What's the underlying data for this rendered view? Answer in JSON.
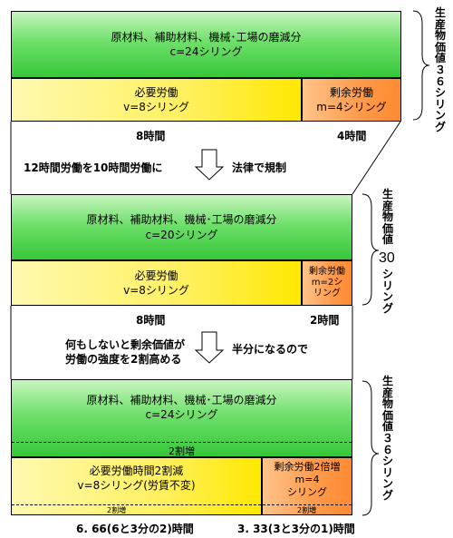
{
  "section1": {
    "constant_capital": {
      "line1": "原材料、補助材料、機械･工場の磨減分",
      "line2": "c=24シリング"
    },
    "necessary_labor": {
      "line1": "必要労働",
      "line2": "v=8シリング"
    },
    "surplus_labor": {
      "line1": "剰余労働",
      "line2": "m=4シリング"
    },
    "hours_necessary": "8時間",
    "hours_surplus": "4時間",
    "product_value": [
      "生",
      "産",
      "物",
      "価",
      "値",
      "３",
      "６",
      "シ",
      "リ",
      "ン",
      "グ"
    ]
  },
  "transition1": {
    "left": "12時間労働を10時間労働に",
    "right": "法律で規制"
  },
  "section2": {
    "constant_capital": {
      "line1": "原材料、補助材料、機械･工場の磨減分",
      "line2": "c=20シリング"
    },
    "necessary_labor": {
      "line1": "必要労働",
      "line2": "v=8シリング"
    },
    "surplus_labor": {
      "line1": "剰余労働",
      "line2": "m=2シ",
      "line3": "リング"
    },
    "hours_necessary": "8時間",
    "hours_surplus": "2時間",
    "product_value_top": [
      "生",
      "産",
      "物",
      "価",
      "値"
    ],
    "product_value_number": "30",
    "product_value_bottom": [
      "シ",
      "リ",
      "ン",
      "グ"
    ]
  },
  "transition2": {
    "left_line1": "何もしないと剰余価値が",
    "left_line2": "労働の強度を2割高める",
    "right": "半分になるので"
  },
  "section3": {
    "constant_capital": {
      "line1": "原材料、補助材料、機械･工場の磨減分",
      "line2": "c=24シリング"
    },
    "constant_increase": "2割増",
    "necessary_labor": {
      "line1": "必要労働時間2割減",
      "line2": "v=8シリング(労賃不変)"
    },
    "necessary_increase": "2割増",
    "surplus_labor": {
      "line1": "剰余労働2倍増",
      "line2": "m=4",
      "line3": "シリング"
    },
    "surplus_increase": "2割増",
    "hours_necessary": "6. 66(6と3分の2)時間",
    "hours_surplus": "3. 33(3と3分の1)時間",
    "product_value": [
      "生",
      "産",
      "物",
      "価",
      "値",
      "３",
      "６",
      "シ",
      "リ",
      "ン",
      "グ"
    ]
  },
  "colors": {
    "green": "#36c73a",
    "yellow": "#ffe800",
    "orange": "#ff8a30"
  }
}
